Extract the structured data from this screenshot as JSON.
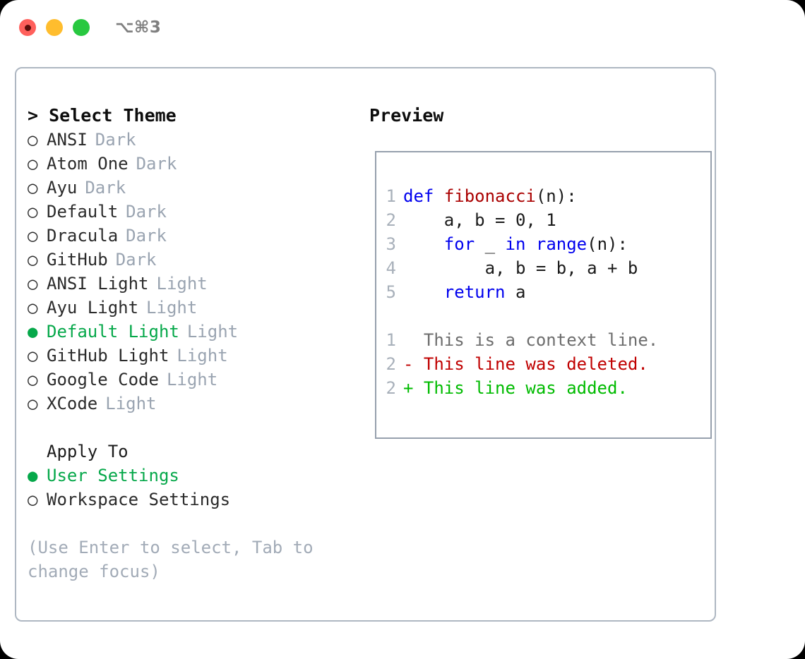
{
  "titlebar": {
    "shortcut": "⌥⌘3",
    "lights": [
      "close",
      "minimize",
      "maximize"
    ]
  },
  "theme_picker": {
    "heading": "> Select Theme",
    "bullet_selected": "●",
    "bullet_unselected": "○",
    "items": [
      {
        "label": "ANSI",
        "tag": "Dark",
        "selected": false
      },
      {
        "label": "Atom One",
        "tag": "Dark",
        "selected": false
      },
      {
        "label": "Ayu",
        "tag": "Dark",
        "selected": false
      },
      {
        "label": "Default",
        "tag": "Dark",
        "selected": false
      },
      {
        "label": "Dracula",
        "tag": "Dark",
        "selected": false
      },
      {
        "label": "GitHub",
        "tag": "Dark",
        "selected": false
      },
      {
        "label": "ANSI Light",
        "tag": "Light",
        "selected": false
      },
      {
        "label": "Ayu Light",
        "tag": "Light",
        "selected": false
      },
      {
        "label": "Default Light",
        "tag": "Light",
        "selected": true
      },
      {
        "label": "GitHub Light",
        "tag": "Light",
        "selected": false
      },
      {
        "label": "Google Code",
        "tag": "Light",
        "selected": false
      },
      {
        "label": "XCode",
        "tag": "Light",
        "selected": false
      }
    ]
  },
  "apply_to": {
    "heading": "Apply To",
    "items": [
      {
        "label": "User Settings",
        "selected": true
      },
      {
        "label": "Workspace Settings",
        "selected": false
      }
    ]
  },
  "hint": "(Use Enter to select, Tab to change focus)",
  "preview": {
    "heading": "Preview",
    "code_lines": [
      {
        "no": "1",
        "tokens": [
          {
            "t": "def",
            "c": "kw"
          },
          {
            "t": " ",
            "c": "plain"
          },
          {
            "t": "fibonacci",
            "c": "fn"
          },
          {
            "t": "(n):",
            "c": "plain"
          }
        ]
      },
      {
        "no": "2",
        "tokens": [
          {
            "t": "    a, b = 0, 1",
            "c": "plain"
          }
        ]
      },
      {
        "no": "3",
        "tokens": [
          {
            "t": "    ",
            "c": "plain"
          },
          {
            "t": "for",
            "c": "kw"
          },
          {
            "t": " _ ",
            "c": "plain"
          },
          {
            "t": "in",
            "c": "kw"
          },
          {
            "t": " ",
            "c": "plain"
          },
          {
            "t": "range",
            "c": "kw"
          },
          {
            "t": "(n):",
            "c": "plain"
          }
        ]
      },
      {
        "no": "4",
        "tokens": [
          {
            "t": "        a, b = b, a + b",
            "c": "plain"
          }
        ]
      },
      {
        "no": "5",
        "tokens": [
          {
            "t": "    ",
            "c": "plain"
          },
          {
            "t": "return",
            "c": "kw"
          },
          {
            "t": " a",
            "c": "plain"
          }
        ]
      }
    ],
    "diff_lines": [
      {
        "no": "1",
        "marker": " ",
        "text": " This is a context line.",
        "kind": "ctx"
      },
      {
        "no": "2",
        "marker": "-",
        "text": " This line was deleted.",
        "kind": "del"
      },
      {
        "no": "2",
        "marker": "+",
        "text": " This line was added.",
        "kind": "add"
      }
    ]
  },
  "colors": {
    "accent_green": "#06a84a",
    "muted_gray": "#9aa4b1",
    "keyword_blue": "#0000ee",
    "function_red": "#aa0000",
    "diff_add": "#00bb00",
    "diff_del": "#c00000",
    "border": "#aeb7c2"
  }
}
